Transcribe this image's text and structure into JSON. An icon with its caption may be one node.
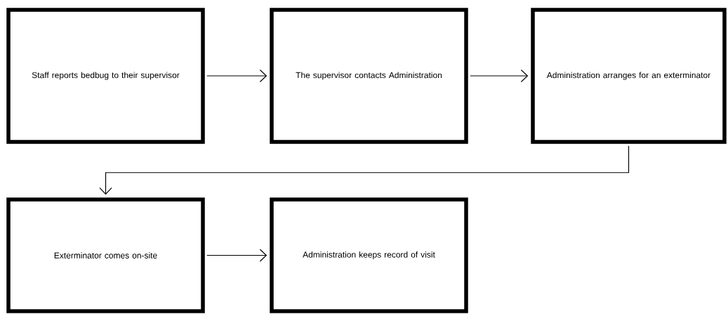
{
  "diagram": {
    "nodes": [
      {
        "text": [
          "Staff reports bedbug to their supervisor"
        ]
      },
      {
        "text": [
          "The supervisor contacts Administration"
        ]
      },
      {
        "text": [
          "Administration arranges for an exterminator"
        ]
      },
      {
        "text": [
          "Exterminator comes on-site"
        ]
      },
      {
        "text": [
          "Administration keeps record of visit"
        ]
      }
    ],
    "edges": [
      {
        "from": 0,
        "to": 1,
        "arrow": "to"
      },
      {
        "from": 1,
        "to": 2,
        "arrow": "to"
      },
      {
        "from": 2,
        "to": 3,
        "arrow": "to"
      },
      {
        "from": 3,
        "to": 4,
        "arrow": "to"
      }
    ]
  }
}
